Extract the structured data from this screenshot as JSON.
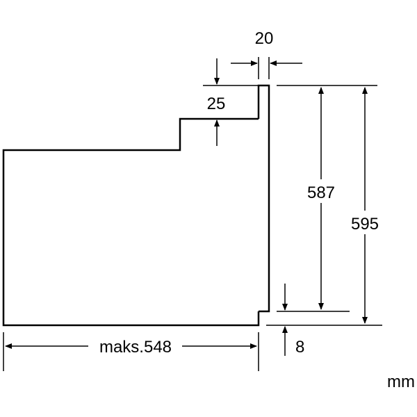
{
  "dimensions": {
    "door_thickness": "20",
    "top_step": "25",
    "inner_height": "587",
    "total_height": "595",
    "bottom_offset": "8",
    "depth": "maks.548"
  },
  "unit": "mm"
}
